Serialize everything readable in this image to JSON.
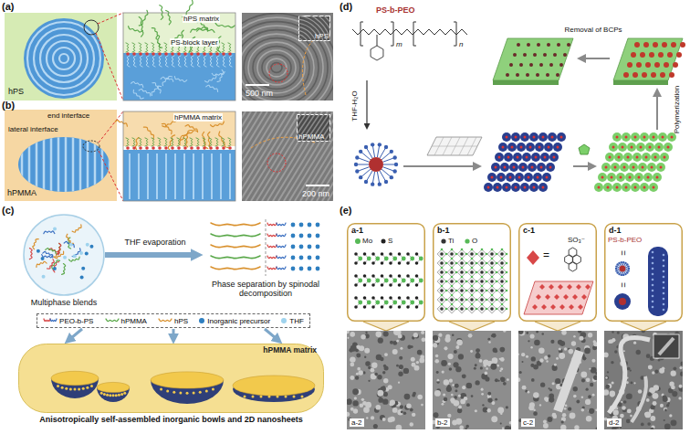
{
  "diagram": {
    "nodes": [
      {
        "text": [
          "500 nm"
        ]
      },
      {
        "text": [
          "hPS"
        ],
        "in": 0
      },
      {
        "text": [
          "200 nm"
        ]
      },
      {
        "text": [
          "hPMMA"
        ],
        "in": 2
      },
      {
        "text": [
          "Multiphase blends"
        ]
      },
      {
        "text": [
          "Phase separation by spinodal decomposition"
        ]
      },
      {
        "text": [
          "hPMMA matrix",
          "Anisotropically self-assembled inorganic bowls and 2D nanosheets"
        ]
      },
      {
        "text": [
          "a-1",
          "Mo",
          "S"
        ]
      },
      {
        "text": [
          "b-1",
          "Ti",
          "O"
        ]
      },
      {
        "text": [
          "c-1",
          "=",
          "SO₃⁻"
        ]
      },
      {
        "text": [
          "d-1",
          "PS-b-PEO",
          "=",
          "="
        ]
      },
      {
        "text": [
          "a-2"
        ]
      },
      {
        "text": [
          "b-2"
        ]
      },
      {
        "text": [
          "c-2"
        ]
      },
      {
        "text": [
          "d-2"
        ]
      }
    ],
    "edges": [
      {
        "from": 4,
        "to": 5,
        "arrow": "to",
        "label": "THF evaporation"
      },
      {
        "from": 7,
        "to": 11,
        "arrow": "none"
      },
      {
        "from": 8,
        "to": 12,
        "arrow": "none"
      },
      {
        "from": 9,
        "to": 13,
        "arrow": "none"
      },
      {
        "from": 10,
        "to": 14,
        "arrow": "none"
      }
    ],
    "labels": [
      "(a)",
      "hPS matrix",
      "PS-block layer",
      "hPS",
      "(b)",
      "end interface",
      "lateral interface",
      "hPMMA matrix",
      "hPMMA",
      "(c)",
      "(d)",
      "PS-b-PEO",
      "m",
      "n",
      "THF-H₂O",
      "Removal of BCPs",
      "Polymerization",
      "(e)"
    ],
    "legend": [
      {
        "text": "PEO-b-PS"
      },
      {
        "text": "hPMMA"
      },
      {
        "text": "hPS"
      },
      {
        "text": "Inorganic precursor",
        "color": "#2f7fc0"
      },
      {
        "text": "THF",
        "color": "#9fd3ee"
      }
    ]
  }
}
